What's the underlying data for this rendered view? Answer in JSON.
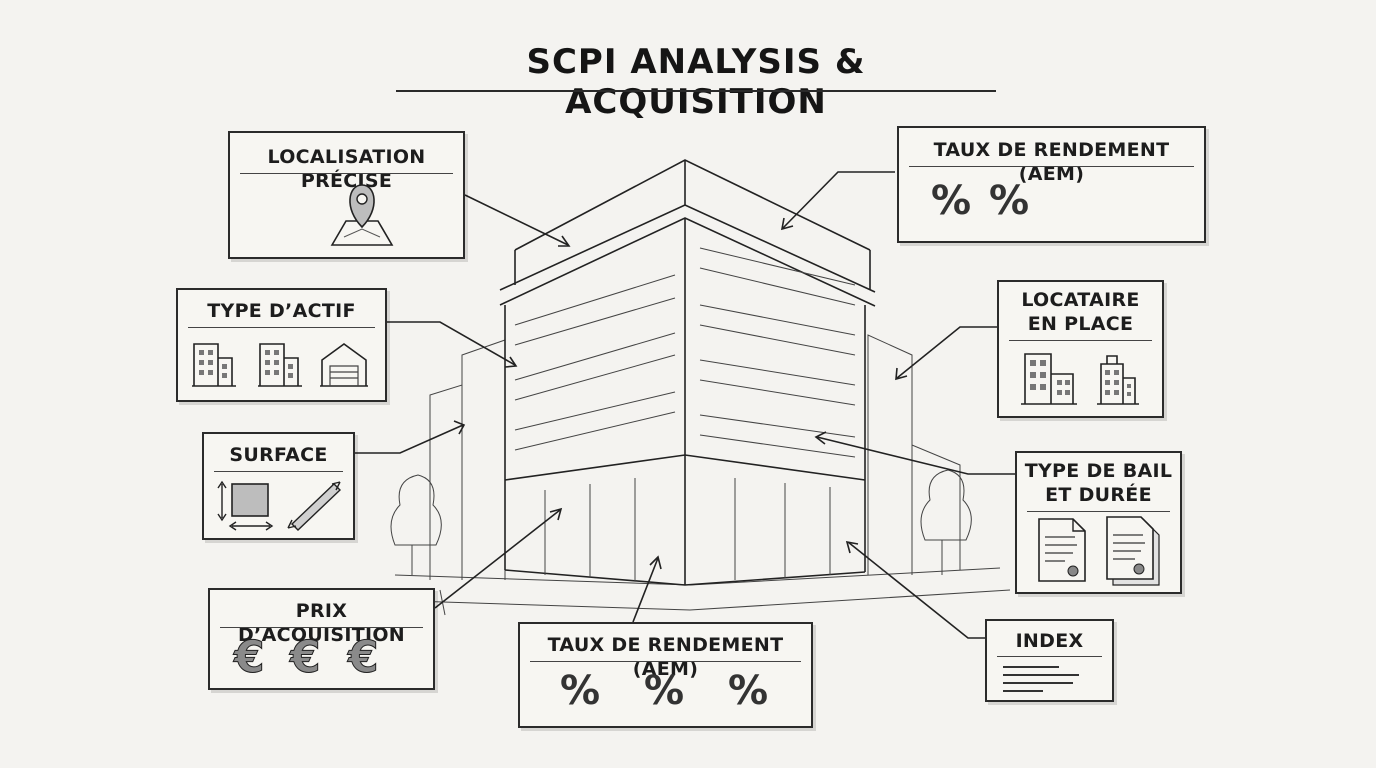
{
  "title": "SCPI ANALYSIS & ACQUISITION",
  "boxes": {
    "localisation": {
      "label": "LOCALISATION PRÉCISE",
      "icon": "map-pin-icon"
    },
    "type_actif": {
      "label": "TYPE D’ACTIF",
      "icons": [
        "office-building-icon",
        "office-building-icon",
        "warehouse-icon"
      ]
    },
    "surface": {
      "label": "SURFACE",
      "icons": [
        "area-square-icon",
        "ruler-diagonal-icon"
      ]
    },
    "prix": {
      "label": "PRIX D’ACQUISITION",
      "symbols": [
        "€",
        "€",
        "€"
      ]
    },
    "rendement_top": {
      "label": "TAUX DE RENDEMENT (AEM)",
      "symbols": [
        "%",
        "%"
      ]
    },
    "locataire": {
      "label_line1": "LOCATAIRE",
      "label_line2": "EN PLACE",
      "icons": [
        "office-building-icon",
        "office-tower-icon"
      ]
    },
    "type_bail": {
      "label_line1": "TYPE DE BAIL",
      "label_line2": "ET DURÉE",
      "icons": [
        "contract-document-icon",
        "contract-document-icon"
      ]
    },
    "index": {
      "label": "INDEX",
      "icon": "text-lines-icon"
    },
    "rendement_bottom": {
      "label": "TAUX DE RENDEMENT (AEM)",
      "symbols": [
        "%",
        "%",
        "%"
      ]
    }
  },
  "colors": {
    "ink": "#222222",
    "paper": "#f4f3f0",
    "box_fill": "#f7f6f2"
  }
}
